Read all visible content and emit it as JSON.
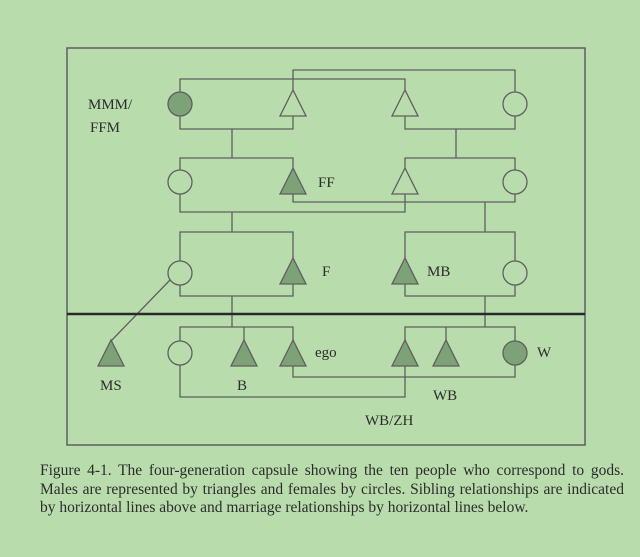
{
  "colors": {
    "background": "#b9dcac",
    "line": "#5f5f5f",
    "filled_symbol": "#7ea277",
    "open_symbol": "#b9dcac",
    "divider": "#2a2a2a"
  },
  "labels": {
    "mmm_line1": "MMM/",
    "mmm_line2": "FFM",
    "ff": "FF",
    "f": "F",
    "mb": "MB",
    "ego": "ego",
    "w": "W",
    "ms": "MS",
    "b": "B",
    "wb": "WB",
    "wbzh": "WB/ZH"
  },
  "caption": "Figure 4-1. The four-generation capsule showing the ten people who correspond to gods. Males are represented by triangles and females by circles.  Sibling relationships are indicated by horizontal lines above and marriage relationships by horizontal lines below."
}
